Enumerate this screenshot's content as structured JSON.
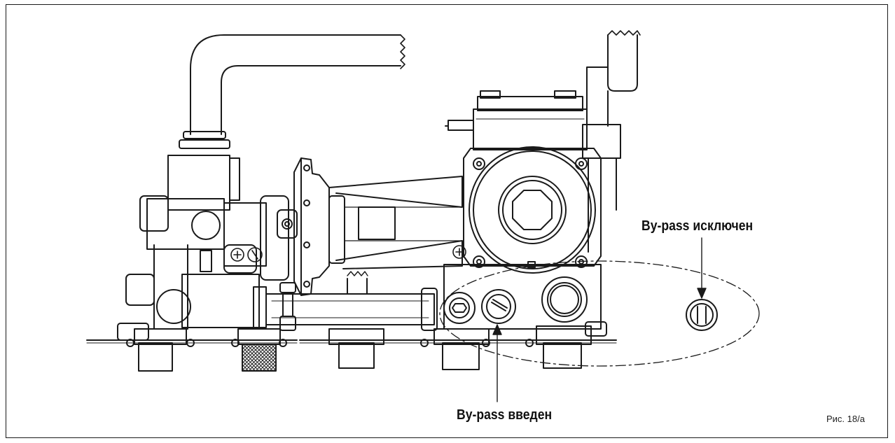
{
  "labels": {
    "bypass_off": "By-pass исключен",
    "bypass_on": "By-pass введен",
    "figure_caption": "Рис. 18/a"
  },
  "colors": {
    "line": "#1a1a1a",
    "background": "#ffffff"
  }
}
